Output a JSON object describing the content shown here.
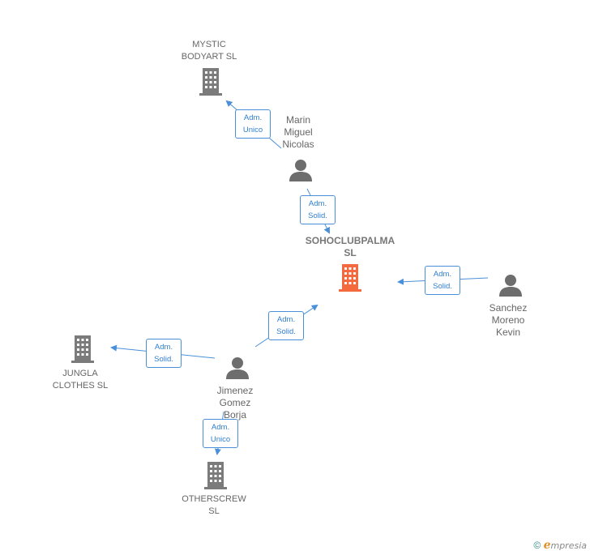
{
  "nodes": {
    "mystic": {
      "label_lines": [
        "MYSTIC",
        "BODYART  SL"
      ]
    },
    "marin": {
      "label_lines": [
        "Marin",
        "Miguel",
        "Nicolas"
      ]
    },
    "soho": {
      "label_lines": [
        "SOHOCLUBPALMA",
        "SL"
      ]
    },
    "sanchez": {
      "label_lines": [
        "Sanchez",
        "Moreno",
        "Kevin"
      ]
    },
    "jungla": {
      "label_lines": [
        "JUNGLA",
        "CLOTHES  SL"
      ]
    },
    "jimenez": {
      "label_lines": [
        "Jimenez",
        "Gomez",
        "Borja"
      ]
    },
    "otherscrew": {
      "label_lines": [
        "OTHERSCREW",
        "SL"
      ]
    }
  },
  "roles": {
    "marin_mystic": [
      "Adm.",
      "Unico"
    ],
    "marin_soho": [
      "Adm.",
      "Solid."
    ],
    "sanchez_soho": [
      "Adm.",
      "Solid."
    ],
    "jimenez_soho": [
      "Adm.",
      "Solid."
    ],
    "jimenez_jungla": [
      "Adm.",
      "Solid."
    ],
    "jimenez_otherscrew": [
      "Adm.",
      "Unico"
    ]
  },
  "colors": {
    "edge": "#4a90d9",
    "company": "#7b7b7b",
    "focus_company": "#f26a3d",
    "person": "#6d6d6d"
  },
  "footer": {
    "copyright": "©",
    "brand_e": "e",
    "brand_rest": "mpresia"
  }
}
